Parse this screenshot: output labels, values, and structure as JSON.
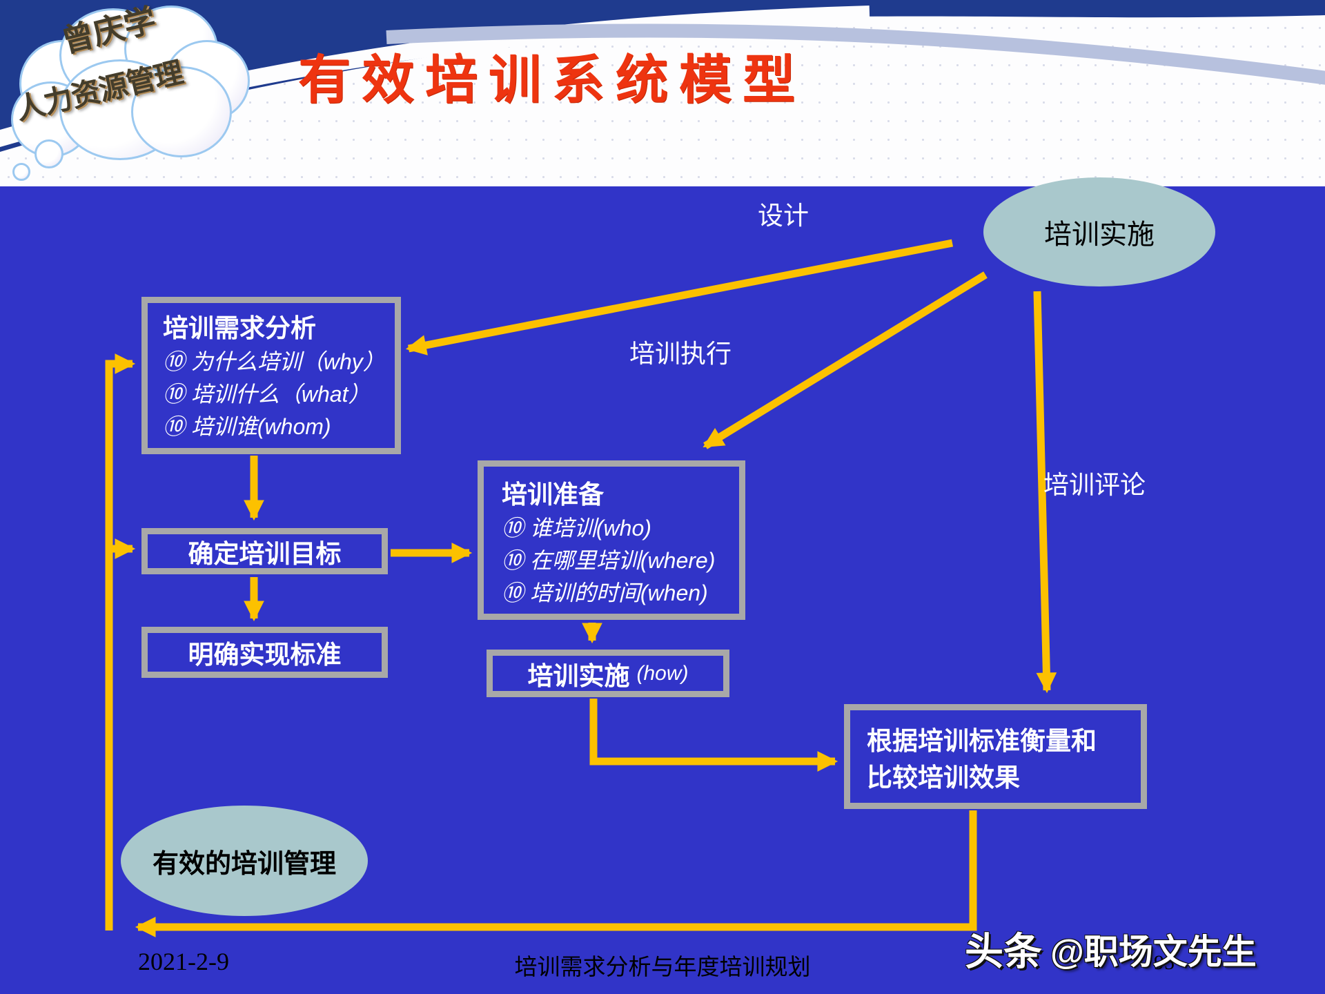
{
  "header": {
    "cloud_line1": "曾庆学",
    "cloud_line2": "人力资源管理",
    "title": "有效培训系统模型"
  },
  "diagram": {
    "ellipse_top": {
      "label": "培训实施"
    },
    "ellipse_bottom": {
      "label": "有效的培训管理"
    },
    "edge_labels": {
      "design": "设计",
      "execute": "培训执行",
      "review": "培训评论"
    },
    "needs_box": {
      "title": "培训需求分析",
      "bullets": [
        "⑩ 为什么培训（why）",
        "⑩ 培训什么（what）",
        "⑩ 培训谁(whom)"
      ]
    },
    "objective_box": {
      "label": "确定培训目标"
    },
    "standard_box": {
      "label": "明确实现标准"
    },
    "prepare_box": {
      "title": "培训准备",
      "bullets": [
        "⑩ 谁培训(who)",
        "⑩ 在哪里培训(where)",
        "⑩ 培训的时间(when)"
      ]
    },
    "implement_box": {
      "label": "培训实施",
      "sub": "(how)"
    },
    "measure_box": {
      "line1": "根据培训标准衡量和",
      "line2": "比较培训效果"
    }
  },
  "footer": {
    "date": "2021-2-9",
    "title": "培训需求分析与年度培训规划",
    "page_number": "95",
    "watermark_brand": "头条",
    "watermark_handle": "@职场文先生"
  },
  "colors": {
    "background_blue": "#3134c8",
    "header_navy": "#1f3b8e",
    "stripe_periwinkle": "#b7c1de",
    "arrow_gold": "#fcc100",
    "box_border_gray": "#a8a8a8",
    "ellipse_fill": "#a9c8cc",
    "title_red": "#ee3410"
  }
}
